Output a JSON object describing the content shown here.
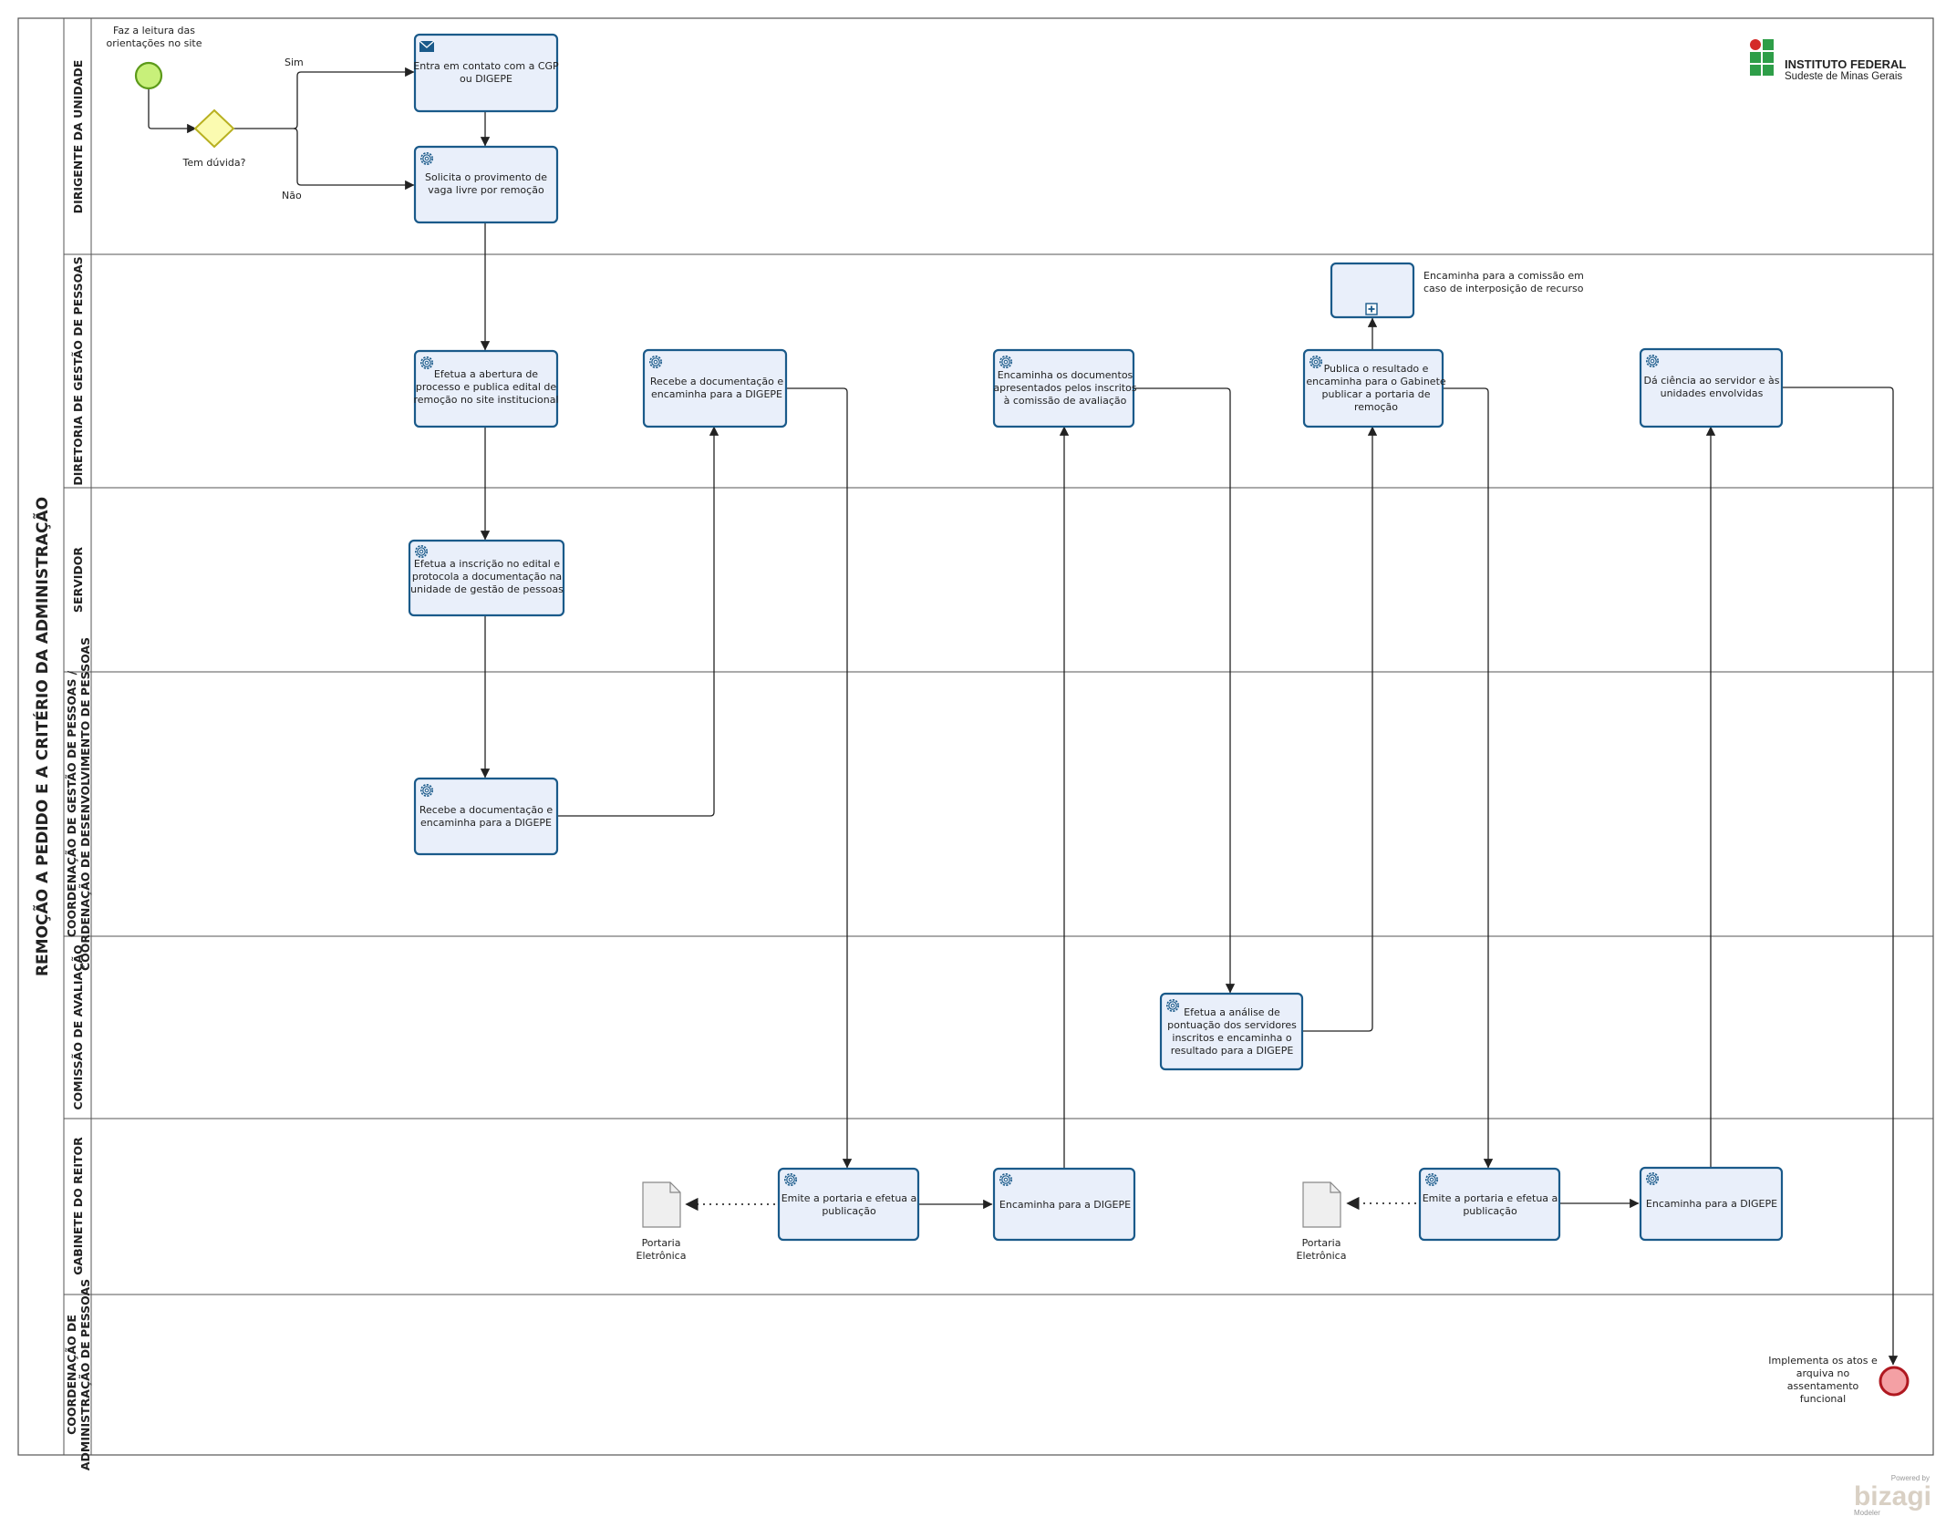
{
  "pool": {
    "title": "REMOÇÃO A PEDIDO E A CRITÉRIO DA ADMINISTRAÇÃO"
  },
  "lanes": [
    {
      "id": "lane1",
      "lines": [
        "DIRIGENTE DA UNIDADE"
      ]
    },
    {
      "id": "lane2",
      "lines": [
        "DIRETORIA DE GESTÃO DE PESSOAS"
      ]
    },
    {
      "id": "lane3",
      "lines": [
        "SERVIDOR"
      ]
    },
    {
      "id": "lane4",
      "lines": [
        "COORDENAÇÃO DE GESTÃO DE PESSOAS /",
        "COORDENAÇÃO DE DESENVOLVIMENTO DE PESSOAS"
      ]
    },
    {
      "id": "lane5",
      "lines": [
        "COMISSÃO DE AVALIAÇÃO"
      ]
    },
    {
      "id": "lane6",
      "lines": [
        "GABINETE DO REITOR"
      ]
    },
    {
      "id": "lane7",
      "lines": [
        "COORDENAÇÃO DE",
        "ADMINISTRAÇÃO DE PESSOAS"
      ]
    }
  ],
  "start_event": {
    "label_lines": [
      "Faz a leitura das",
      "orientações no site"
    ]
  },
  "gateway": {
    "label": "Tem dúvida?",
    "yes_label": "Sim",
    "no_label": "Não"
  },
  "tasks": [
    {
      "id": "t1",
      "icon": "envelope-icon",
      "lines": [
        "Entra em contato com a CGP",
        "ou DIGEPE"
      ]
    },
    {
      "id": "t2",
      "icon": "gear-icon",
      "lines": [
        "Solicita o provimento de",
        "vaga livre por remoção"
      ]
    },
    {
      "id": "t3",
      "icon": "gear-icon",
      "lines": [
        "Efetua a abertura de",
        "processo e publica edital de",
        "remoção no site institucional"
      ]
    },
    {
      "id": "t4",
      "icon": "gear-icon",
      "lines": [
        "Efetua a inscrição no edital e",
        "protocola a documentação na",
        "unidade de gestão de pessoas"
      ]
    },
    {
      "id": "t5",
      "icon": "gear-icon",
      "lines": [
        "Recebe a documentação e",
        "encaminha para a DIGEPE"
      ]
    },
    {
      "id": "t6",
      "icon": "gear-icon",
      "lines": [
        "Recebe a documentação e",
        "encaminha para a DIGEPE"
      ]
    },
    {
      "id": "t7",
      "icon": "gear-icon",
      "lines": [
        "Emite a portaria e efetua a",
        "publicação"
      ]
    },
    {
      "id": "t8",
      "icon": "gear-icon",
      "lines": [
        "Encaminha para a DIGEPE"
      ]
    },
    {
      "id": "t9",
      "icon": "gear-icon",
      "lines": [
        "Encaminha os documentos",
        "apresentados pelos inscritos",
        "à comissão de avaliação"
      ]
    },
    {
      "id": "t10",
      "icon": "gear-icon",
      "lines": [
        "Efetua a análise de",
        "pontuação dos servidores",
        "inscritos e encaminha o",
        "resultado para a DIGEPE"
      ]
    },
    {
      "id": "t11",
      "icon": "gear-icon",
      "lines": [
        "Publica o resultado e",
        "encaminha para o Gabinete",
        "publicar a portaria de",
        "remoção"
      ]
    },
    {
      "id": "t12",
      "icon": "gear-icon",
      "lines": [
        "Emite a portaria e efetua a",
        "publicação"
      ]
    },
    {
      "id": "t13",
      "icon": "gear-icon",
      "lines": [
        "Encaminha para a DIGEPE"
      ]
    },
    {
      "id": "t14",
      "icon": "gear-icon",
      "lines": [
        "Dá ciência ao servidor e às",
        "unidades envolvidas"
      ]
    }
  ],
  "subprocess": {
    "label_lines": [
      "Encaminha para a comissão em",
      "caso de interposição de recurso"
    ]
  },
  "documents": [
    {
      "id": "d1",
      "lines": [
        "Portaria",
        "Eletrônica"
      ]
    },
    {
      "id": "d2",
      "lines": [
        "Portaria",
        "Eletrônica"
      ]
    }
  ],
  "end_event": {
    "label_lines": [
      "Implementa os atos e",
      "arquiva no",
      "assentamento",
      "funcional"
    ]
  },
  "logo": {
    "line1": "INSTITUTO FEDERAL",
    "line2": "Sudeste de Minas Gerais",
    "green": "#2e9e48",
    "red": "#d42a27"
  },
  "watermark": {
    "top": "Powered by",
    "brand": "bizagi",
    "bottom": "Modeler"
  },
  "colors": {
    "task_fill": "#e9effa",
    "task_stroke": "#1a5a8a",
    "start_fill": "#c8f07a",
    "start_stroke": "#5c9a1a",
    "gateway_fill": "#fbfbb0",
    "gateway_stroke": "#b8b020",
    "end_fill": "#f4a0a4",
    "end_stroke": "#b01820"
  }
}
